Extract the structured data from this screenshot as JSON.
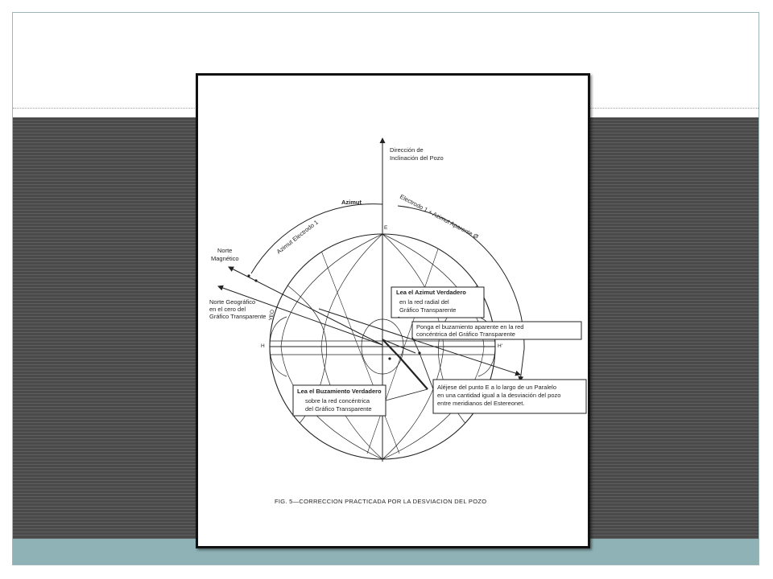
{
  "figure": {
    "direction_label_1": "Dirección de",
    "direction_label_2": "Inclinación del Pozo",
    "azimut_label": "Azimut",
    "electrodo_left": "Azimut  Electrodo  1",
    "electrodo_right": "Electrodo  1  +  Azimut  Aparente  Ø",
    "point_e": "E",
    "point_h": "H",
    "point_h_prime": "H'",
    "norte_magnetico_1": "Norte",
    "norte_magnetico_2": "Magnético",
    "norte_geografico_1": "Norte Geográfico",
    "norte_geografico_2": "en el cero del",
    "norte_geografico_3": "Gráfico Transparente",
    "azimut_box_title": "Lea el Azimut Verdadero",
    "azimut_box_line1": "en la red radial del",
    "azimut_box_line2": "Gráfico Transparente",
    "buzamiento_ap_line1": "Ponga el buzamiento aparente en la red",
    "buzamiento_ap_line2": "concéntrica del Gráfico Transparente",
    "buzamiento_box_title": "Lea el Buzamiento Verdadero",
    "buzamiento_box_line1": "sobre la red concéntrica",
    "buzamiento_box_line2": "del Gráfico Transparente",
    "alejese_line1": "Aléjese del punto E a lo largo de un Paralelo",
    "alejese_line2": "en una cantidad igual a la desviación del pozo",
    "alejese_line3": "entre meridianos del Estereonet.",
    "side_mark": "YEO",
    "caption": "FIG. 5—CORRECCION PRACTICADA POR LA DESVIACION DEL POZO"
  }
}
